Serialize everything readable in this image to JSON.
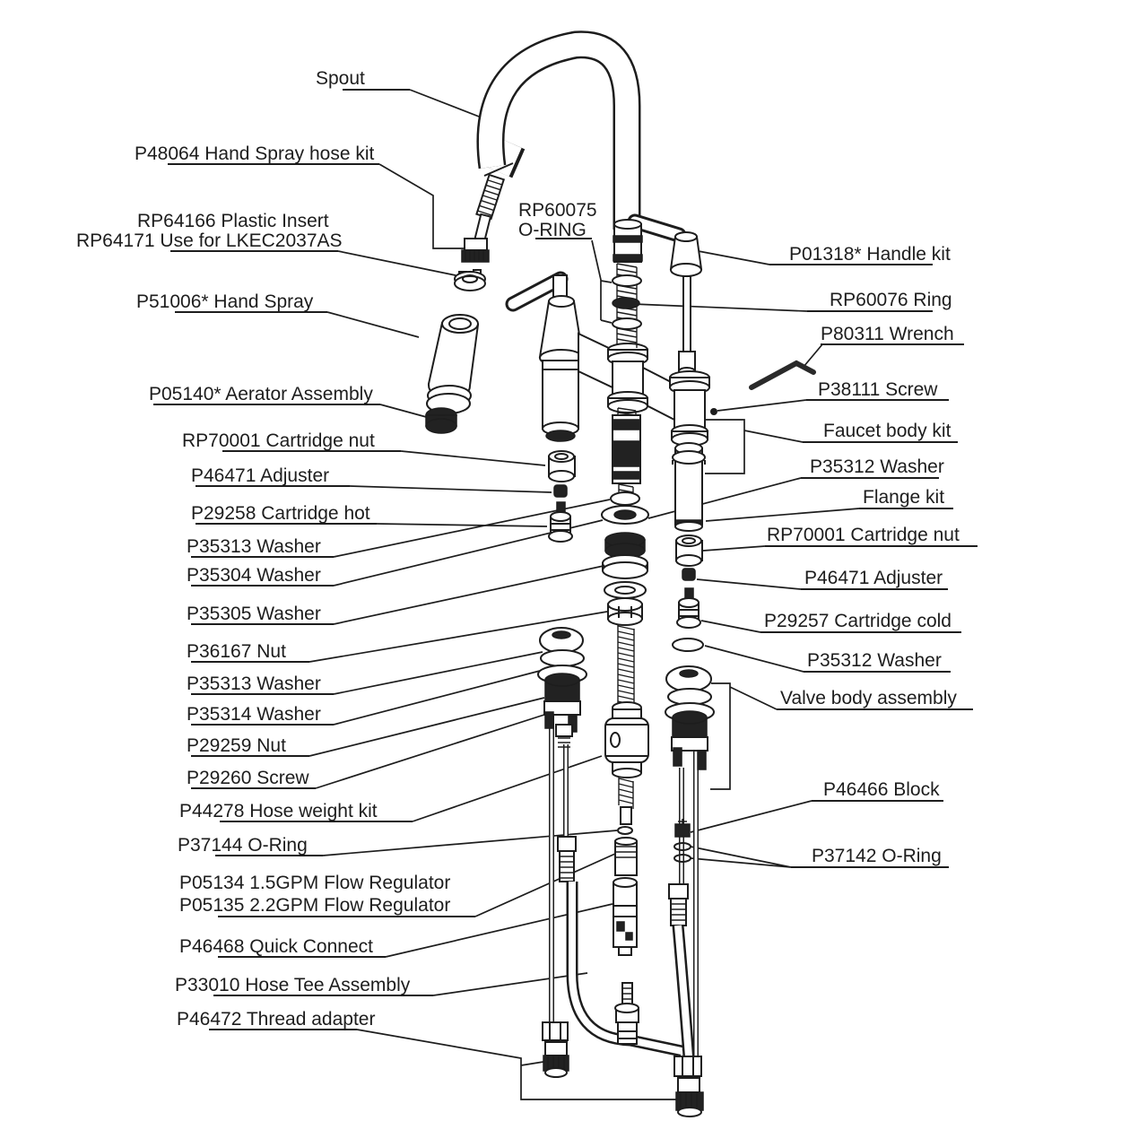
{
  "diagram": {
    "type": "exploded-parts-diagram",
    "product": "Pull-down two-handle kitchen faucet",
    "ink_color": "#1d1d1d",
    "background_color": "#ffffff",
    "labels": {
      "spout": "Spout",
      "p48064": "P48064 Hand Spray hose kit",
      "rp64166": "RP64166 Plastic Insert",
      "rp64171": "RP64171 Use for LKEC2037AS",
      "p51006": "P51006*  Hand Spray",
      "p05140": "P05140* Aerator Assembly",
      "rp70001_left": "RP70001 Cartridge nut",
      "p46471_left": "P46471 Adjuster",
      "p29258": "P29258 Cartridge hot",
      "p35313_a": "P35313 Washer",
      "p35304": "P35304 Washer",
      "p35305": "P35305 Washer",
      "p36167": "P36167 Nut",
      "p35313_b": "P35313 Washer",
      "p35314": "P35314 Washer",
      "p29259": "P29259 Nut",
      "p29260": "P29260 Screw",
      "p44278": "P44278 Hose weight kit",
      "p37144": "P37144 O-Ring",
      "p05134": "P05134 1.5GPM Flow Regulator",
      "p05135": "P05135 2.2GPM Flow Regulator",
      "p46468": "P46468 Quick Connect",
      "p33010": "P33010 Hose Tee Assembly",
      "p46472": "P46472 Thread adapter",
      "rp60075_line1": "RP60075",
      "rp60075_line2": "O-RING",
      "p01318": "P01318* Handle kit",
      "rp60076": "RP60076 Ring",
      "p80311": "P80311 Wrench",
      "p38111": "P38111 Screw",
      "faucet_body": "Faucet body kit",
      "p35312_a": "P35312 Washer",
      "flange_kit": "Flange kit",
      "rp70001_right": "RP70001 Cartridge nut",
      "p46471_right": "P46471 Adjuster",
      "p29257": "P29257 Cartridge cold",
      "p35312_b": "P35312 Washer",
      "valve_body": "Valve body assembly",
      "p46466": "P46466 Block",
      "p37142": "P37142 O-Ring"
    }
  }
}
